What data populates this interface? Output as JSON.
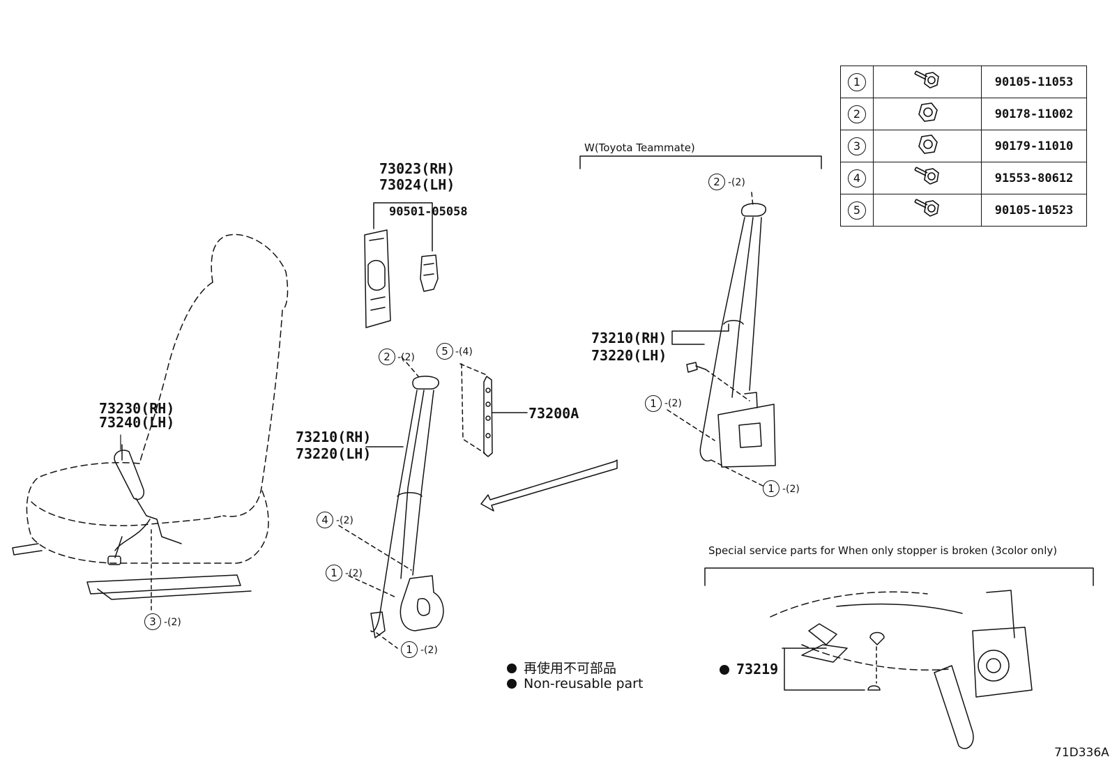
{
  "diagram_code": "71D336A",
  "parts_table": [
    {
      "ref": "1",
      "icon": "bolt-icon",
      "part_no": "90105-11053"
    },
    {
      "ref": "2",
      "icon": "nut-icon",
      "part_no": "90178-11002"
    },
    {
      "ref": "3",
      "icon": "nut-icon",
      "part_no": "90179-11010"
    },
    {
      "ref": "4",
      "icon": "bolt-icon",
      "part_no": "91553-80612"
    },
    {
      "ref": "5",
      "icon": "bolt-icon",
      "part_no": "90105-10523"
    }
  ],
  "labels": {
    "buckle_rh": "73023(RH)",
    "buckle_lh": "73024(LH)",
    "buckle_sub": "90501-05058",
    "seat_rh": "73230(RH)",
    "seat_lh": "73240(LH)",
    "belt_rh": "73210(RH)",
    "belt_lh": "73220(LH)",
    "anchor": "73200A",
    "teammate_rh": "73210(RH)",
    "teammate_lh": "73220(LH)",
    "stopper": "73219"
  },
  "callouts": {
    "c1_ref": "2",
    "c1_qty": "-(2)",
    "c2_ref": "5",
    "c2_qty": "-(4)",
    "c3_ref": "4",
    "c3_qty": "-(2)",
    "c4_ref": "1",
    "c4_qty": "-(2)",
    "c5_ref": "1",
    "c5_qty": "-(2)",
    "c6_ref": "3",
    "c6_qty": "-(2)",
    "c7_ref": "2",
    "c7_qty": "-(2)",
    "c8_ref": "1",
    "c8_qty": "-(2)",
    "c9_ref": "1",
    "c9_qty": "-(2)"
  },
  "section_titles": {
    "teammate": "W(Toyota Teammate)",
    "special": "Special service parts for When only stopper is broken (3color only)"
  },
  "legend": {
    "jp": "再使用不可部品",
    "en": "Non-reusable part"
  }
}
